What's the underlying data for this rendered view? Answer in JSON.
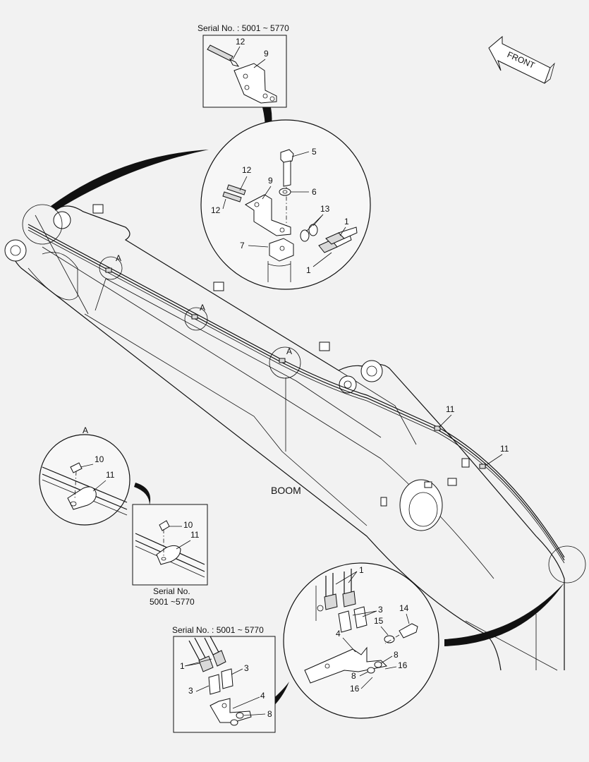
{
  "labels": {
    "boom": "BOOM",
    "front": "FRONT",
    "serial_top": "Serial No. : 5001 ~ 5770",
    "serial_mid_line1": "Serial No.",
    "serial_mid_line2": "5001 ~5770",
    "serial_bottom": "Serial No. : 5001 ~ 5770",
    "view_a": "A"
  },
  "parts": {
    "p1": "1",
    "p3": "3",
    "p4": "4",
    "p5": "5",
    "p6": "6",
    "p7": "7",
    "p8": "8",
    "p9": "9",
    "p10": "10",
    "p11": "11",
    "p12": "12",
    "p13": "13",
    "p14": "14",
    "p15": "15",
    "p16": "16"
  }
}
